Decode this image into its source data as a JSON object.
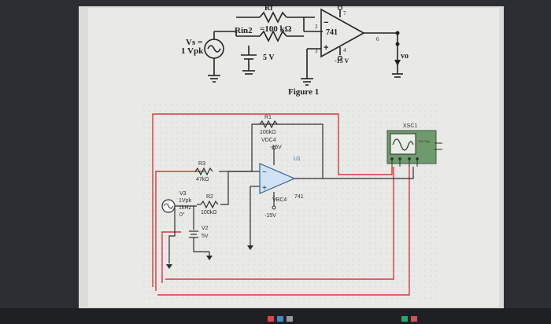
{
  "figure": {
    "top_fragment": "Rf",
    "rin2_label": "Rin2",
    "rin2_value": "=100 kΩ",
    "opamp_model": "741",
    "vs_label": "Vs =",
    "vs_value": "1 Vpk",
    "dc_source": "5 V",
    "neg_supply": "-15 V",
    "vo_label": "vo",
    "pin_inv": "2",
    "pin_noninv": "3",
    "pin_out": "6",
    "pin_vpos": "7",
    "pin_vneg": "4",
    "minus_sign": "−",
    "plus_sign": "+",
    "caption": "Figure 1"
  },
  "schematic": {
    "r1_name": "R1",
    "r1_value": "100kΩ",
    "vdc4_top_name": "VDC4",
    "vdc4_top_value": "-15V",
    "u1_name": "U1",
    "u1_model": "741",
    "vbc4_name": "VBC4",
    "vbc4_value": "-15V",
    "r3_name": "R3",
    "r3_value": "47kΩ",
    "v3_name": "V3",
    "v3_amp": "1Vpk",
    "v3_freq": "1kHz",
    "v3_phase": "0°",
    "r2_name": "R2",
    "r2_value": "100kΩ",
    "v2_name": "V2",
    "v2_value": "5V",
    "scope_name": "XSC1",
    "scope_trigger": "Ext Trig"
  },
  "colors": {
    "paper": "#e9e9e7",
    "wire_red": "#d9363b",
    "wire_black": "#2d2d2d",
    "scope_green": "#6f9a6d",
    "background": "#2c2e33"
  }
}
